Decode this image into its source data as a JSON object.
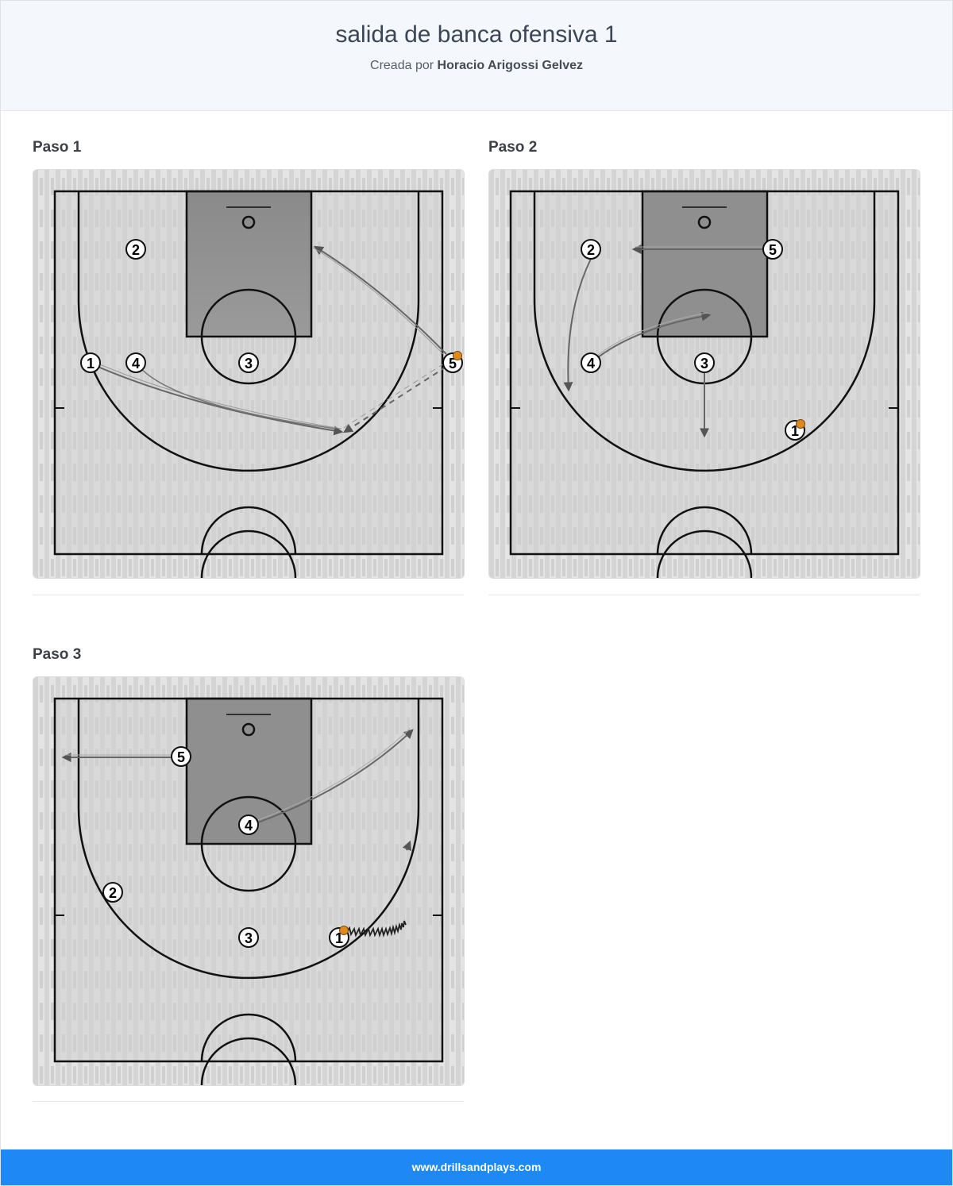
{
  "page": {
    "title": "salida de banca ofensiva 1",
    "created_by_prefix": "Creada por",
    "author": "Horacio Arigossi Gelvez",
    "footer": "www.drillsandplays.com"
  },
  "colors": {
    "header_bg": "#f4f8fc",
    "footer_bg": "#1e88f5",
    "court_floor": "#d0d0d0",
    "paint": "#8f8f8f",
    "ball": "#e08a1e",
    "move_line": "#6b6b6b"
  },
  "steps": [
    {
      "label": "Paso 1",
      "players": [
        {
          "id": "2",
          "has_ball": false
        },
        {
          "id": "1",
          "has_ball": false
        },
        {
          "id": "4",
          "has_ball": false
        },
        {
          "id": "3",
          "has_ball": false
        },
        {
          "id": "5",
          "has_ball": true
        }
      ],
      "actions": [
        "cut",
        "cut",
        "pass"
      ]
    },
    {
      "label": "Paso 2",
      "players": [
        {
          "id": "2",
          "has_ball": false
        },
        {
          "id": "5",
          "has_ball": false
        },
        {
          "id": "4",
          "has_ball": false
        },
        {
          "id": "3",
          "has_ball": false
        },
        {
          "id": "1",
          "has_ball": true
        }
      ],
      "actions": [
        "cut",
        "cut",
        "cut",
        "cut"
      ]
    },
    {
      "label": "Paso 3",
      "players": [
        {
          "id": "5",
          "has_ball": false
        },
        {
          "id": "4",
          "has_ball": false
        },
        {
          "id": "2",
          "has_ball": false
        },
        {
          "id": "3",
          "has_ball": false
        },
        {
          "id": "1",
          "has_ball": true
        }
      ],
      "actions": [
        "cut",
        "cut",
        "dribble"
      ]
    }
  ]
}
